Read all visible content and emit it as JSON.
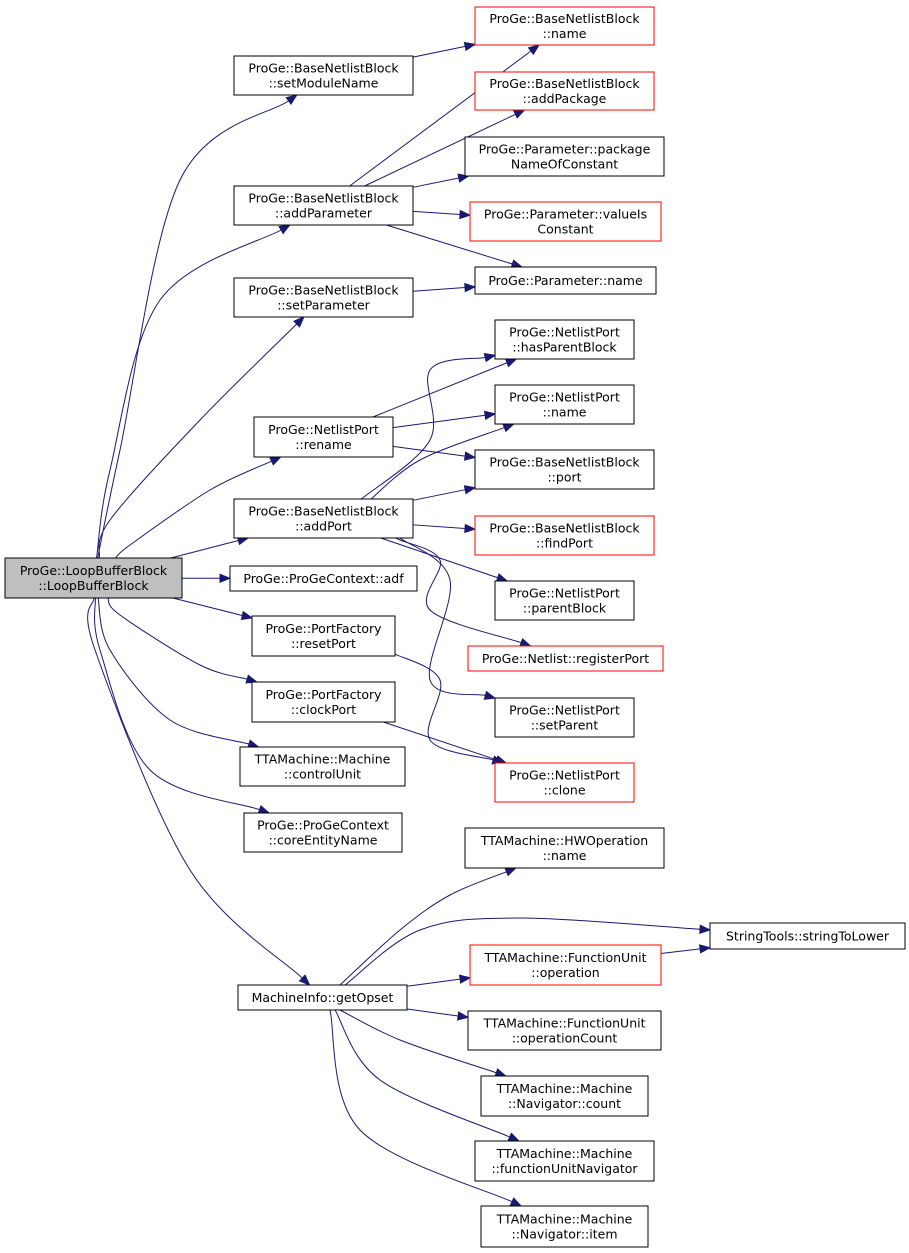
{
  "colors": {
    "edge": "#191970",
    "normal_border": "#000000",
    "truncated_border": "#ff0000",
    "root_fill": "#bfbfbf",
    "node_fill": "#ffffff"
  },
  "nodes": [
    {
      "id": "root",
      "lines": [
        "ProGe::LoopBufferBlock",
        "::LoopBufferBlock"
      ],
      "kind": "root"
    },
    {
      "id": "setModuleName",
      "lines": [
        "ProGe::BaseNetlistBlock",
        "::setModuleName"
      ],
      "kind": "normal"
    },
    {
      "id": "bnbName",
      "lines": [
        "ProGe::BaseNetlistBlock",
        "::name"
      ],
      "kind": "truncated"
    },
    {
      "id": "addPackage",
      "lines": [
        "ProGe::BaseNetlistBlock",
        "::addPackage"
      ],
      "kind": "truncated"
    },
    {
      "id": "packageNameOfConstant",
      "lines": [
        "ProGe::Parameter::package",
        "NameOfConstant"
      ],
      "kind": "normal"
    },
    {
      "id": "addParameter",
      "lines": [
        "ProGe::BaseNetlistBlock",
        "::addParameter"
      ],
      "kind": "normal"
    },
    {
      "id": "valueIsConstant",
      "lines": [
        "ProGe::Parameter::valueIs",
        "Constant"
      ],
      "kind": "truncated"
    },
    {
      "id": "paramName",
      "lines": [
        "ProGe::Parameter::name"
      ],
      "kind": "normal"
    },
    {
      "id": "setParameter",
      "lines": [
        "ProGe::BaseNetlistBlock",
        "::setParameter"
      ],
      "kind": "normal"
    },
    {
      "id": "hasParentBlock",
      "lines": [
        "ProGe::NetlistPort",
        "::hasParentBlock"
      ],
      "kind": "normal"
    },
    {
      "id": "npName",
      "lines": [
        "ProGe::NetlistPort",
        "::name"
      ],
      "kind": "normal"
    },
    {
      "id": "rename",
      "lines": [
        "ProGe::NetlistPort",
        "::rename"
      ],
      "kind": "normal"
    },
    {
      "id": "port",
      "lines": [
        "ProGe::BaseNetlistBlock",
        "::port"
      ],
      "kind": "normal"
    },
    {
      "id": "addPort",
      "lines": [
        "ProGe::BaseNetlistBlock",
        "::addPort"
      ],
      "kind": "normal"
    },
    {
      "id": "findPort",
      "lines": [
        "ProGe::BaseNetlistBlock",
        "::findPort"
      ],
      "kind": "truncated"
    },
    {
      "id": "adf",
      "lines": [
        "ProGe::ProGeContext::adf"
      ],
      "kind": "normal"
    },
    {
      "id": "parentBlock",
      "lines": [
        "ProGe::NetlistPort",
        "::parentBlock"
      ],
      "kind": "normal"
    },
    {
      "id": "resetPort",
      "lines": [
        "ProGe::PortFactory",
        "::resetPort"
      ],
      "kind": "normal"
    },
    {
      "id": "registerPort",
      "lines": [
        "ProGe::Netlist::registerPort"
      ],
      "kind": "truncated"
    },
    {
      "id": "clockPort",
      "lines": [
        "ProGe::PortFactory",
        "::clockPort"
      ],
      "kind": "normal"
    },
    {
      "id": "setParent",
      "lines": [
        "ProGe::NetlistPort",
        "::setParent"
      ],
      "kind": "normal"
    },
    {
      "id": "controlUnit",
      "lines": [
        "TTAMachine::Machine",
        "::controlUnit"
      ],
      "kind": "normal"
    },
    {
      "id": "clone",
      "lines": [
        "ProGe::NetlistPort",
        "::clone"
      ],
      "kind": "truncated"
    },
    {
      "id": "coreEntityName",
      "lines": [
        "ProGe::ProGeContext",
        "::coreEntityName"
      ],
      "kind": "normal"
    },
    {
      "id": "hwOpName",
      "lines": [
        "TTAMachine::HWOperation",
        "::name"
      ],
      "kind": "normal"
    },
    {
      "id": "stringToLower",
      "lines": [
        "StringTools::stringToLower"
      ],
      "kind": "normal"
    },
    {
      "id": "operation",
      "lines": [
        "TTAMachine::FunctionUnit",
        "::operation"
      ],
      "kind": "truncated"
    },
    {
      "id": "getOpset",
      "lines": [
        "MachineInfo::getOpset"
      ],
      "kind": "normal"
    },
    {
      "id": "operationCount",
      "lines": [
        "TTAMachine::FunctionUnit",
        "::operationCount"
      ],
      "kind": "normal"
    },
    {
      "id": "navCount",
      "lines": [
        "TTAMachine::Machine",
        "::Navigator::count"
      ],
      "kind": "normal"
    },
    {
      "id": "functionUnitNavigator",
      "lines": [
        "TTAMachine::Machine",
        "::functionUnitNavigator"
      ],
      "kind": "normal"
    },
    {
      "id": "navItem",
      "lines": [
        "TTAMachine::Machine",
        "::Navigator::item"
      ],
      "kind": "normal"
    }
  ],
  "edges": [
    {
      "from": "root",
      "to": "setModuleName"
    },
    {
      "from": "root",
      "to": "addParameter"
    },
    {
      "from": "root",
      "to": "setParameter"
    },
    {
      "from": "root",
      "to": "rename"
    },
    {
      "from": "root",
      "to": "addPort"
    },
    {
      "from": "root",
      "to": "adf"
    },
    {
      "from": "root",
      "to": "resetPort"
    },
    {
      "from": "root",
      "to": "clockPort"
    },
    {
      "from": "root",
      "to": "controlUnit"
    },
    {
      "from": "root",
      "to": "coreEntityName"
    },
    {
      "from": "root",
      "to": "getOpset"
    },
    {
      "from": "setModuleName",
      "to": "bnbName"
    },
    {
      "from": "addParameter",
      "to": "bnbName"
    },
    {
      "from": "addParameter",
      "to": "addPackage"
    },
    {
      "from": "addParameter",
      "to": "packageNameOfConstant"
    },
    {
      "from": "addParameter",
      "to": "valueIsConstant"
    },
    {
      "from": "addParameter",
      "to": "paramName"
    },
    {
      "from": "setParameter",
      "to": "paramName"
    },
    {
      "from": "rename",
      "to": "hasParentBlock"
    },
    {
      "from": "rename",
      "to": "npName"
    },
    {
      "from": "rename",
      "to": "port"
    },
    {
      "from": "addPort",
      "to": "hasParentBlock"
    },
    {
      "from": "addPort",
      "to": "npName"
    },
    {
      "from": "addPort",
      "to": "port"
    },
    {
      "from": "addPort",
      "to": "findPort"
    },
    {
      "from": "addPort",
      "to": "parentBlock"
    },
    {
      "from": "addPort",
      "to": "registerPort"
    },
    {
      "from": "addPort",
      "to": "setParent"
    },
    {
      "from": "resetPort",
      "to": "clone"
    },
    {
      "from": "clockPort",
      "to": "clone"
    },
    {
      "from": "getOpset",
      "to": "hwOpName"
    },
    {
      "from": "getOpset",
      "to": "stringToLower"
    },
    {
      "from": "getOpset",
      "to": "operation"
    },
    {
      "from": "getOpset",
      "to": "operationCount"
    },
    {
      "from": "getOpset",
      "to": "navCount"
    },
    {
      "from": "getOpset",
      "to": "functionUnitNavigator"
    },
    {
      "from": "getOpset",
      "to": "navItem"
    },
    {
      "from": "operation",
      "to": "stringToLower"
    }
  ]
}
